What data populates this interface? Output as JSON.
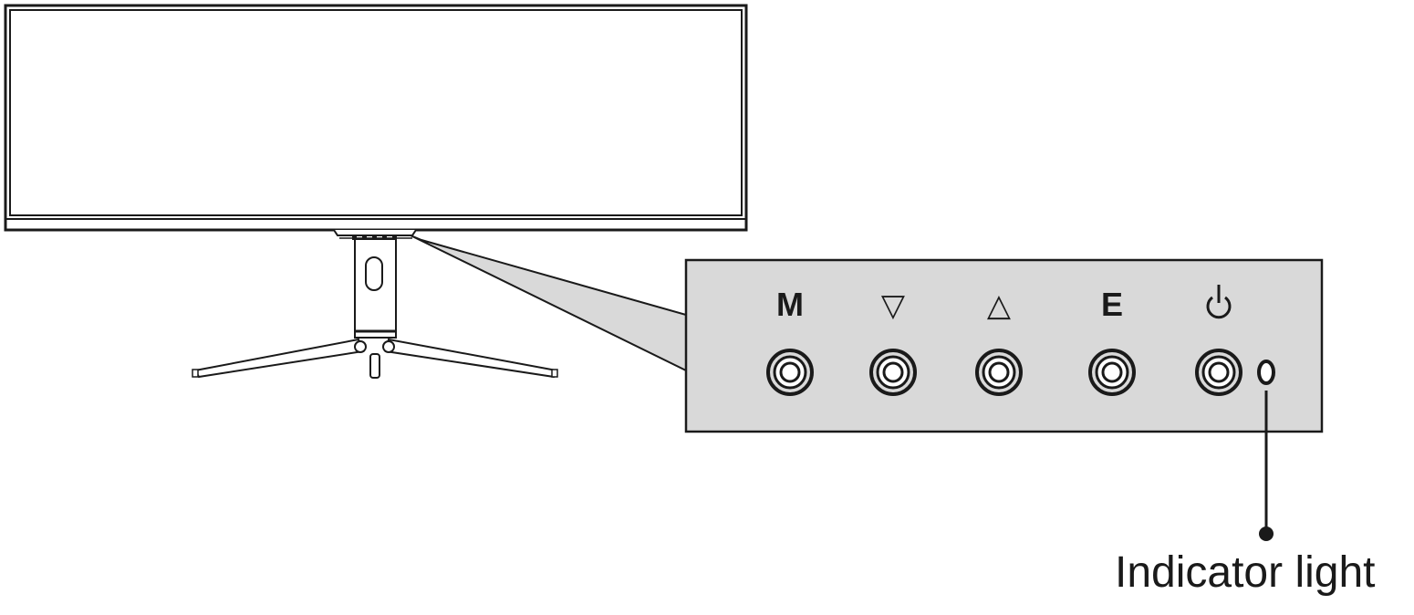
{
  "colors": {
    "line": "#1a1a1a",
    "panel_fill": "#d9d9d9",
    "background": "#ffffff"
  },
  "monitor": {
    "stand_icon": "oval-cable-hole-icon"
  },
  "control_panel": {
    "buttons": [
      {
        "label": "M",
        "icon": "menu-button"
      },
      {
        "label": "▽",
        "icon": "down-arrow-icon"
      },
      {
        "label": "△",
        "icon": "up-arrow-icon"
      },
      {
        "label": "E",
        "icon": "exit-button"
      },
      {
        "label": "",
        "icon": "power-icon"
      }
    ],
    "indicator_icon": "indicator-led-icon"
  },
  "callout": {
    "label": "Indicator light"
  }
}
